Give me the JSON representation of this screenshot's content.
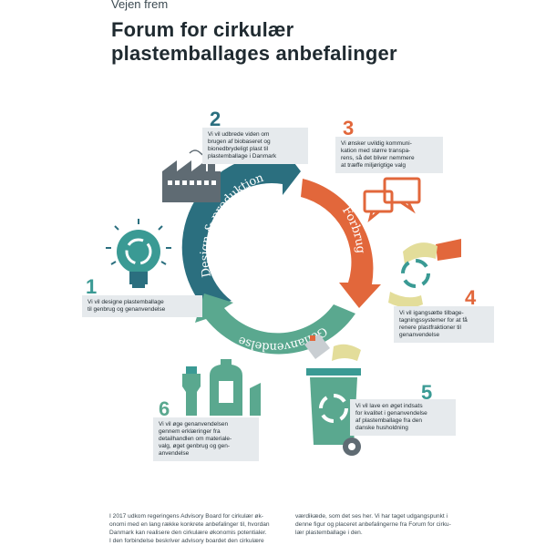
{
  "header": {
    "kicker": "Vejen frem",
    "title_line1": "Forum for cirkulær",
    "title_line2": "plastemballages anbefalinger"
  },
  "cycle": {
    "arc_design": "Design & produktion",
    "arc_forbrug": "Forbrug",
    "arc_genanvendelse": "Genanvendelse"
  },
  "recommendations": [
    {
      "number": "1",
      "color": "#3a9a94",
      "lines": [
        "Vi vil designe plastemballage",
        "til genbrug og genanvendelse"
      ]
    },
    {
      "number": "2",
      "color": "#2b6f7f",
      "lines": [
        "Vi vil udbrede viden om",
        "brugen af biobaseret og",
        "bionedbrydeligt plast til",
        "plastemballage i Danmark"
      ]
    },
    {
      "number": "3",
      "color": "#e2673b",
      "lines": [
        "Vi ønsker uvildig kommuni-",
        "kation med større transpa-",
        "rens, så det bliver nemmere",
        "at træffe miljørigtige valg"
      ]
    },
    {
      "number": "4",
      "color": "#e2673b",
      "lines": [
        "Vi vil igangsætte tilbage-",
        "tagningssystemer for at få",
        "renere plastfraktioner til",
        "genanvendelse"
      ]
    },
    {
      "number": "5",
      "color": "#3a9a94",
      "lines": [
        "Vi vil lave en øget indsats",
        "for kvalitet i genanvendelse",
        "af plastemballage fra den",
        "danske husholdning"
      ]
    },
    {
      "number": "6",
      "color": "#5aa88f",
      "lines": [
        "Vi vil øge genanvendelsen",
        "gennem erklæringer fra",
        "detailhandlen om materiale-",
        "valg, øget genbrug og gen-",
        "anvendelse"
      ]
    }
  ],
  "body_text": {
    "col1": [
      "I 2017 udkom regeringens Advisory Board for cirkulær øk-",
      "onomi med en lang række konkrete anbefalinger til, hvordan",
      "Danmark kan realisere den cirkulære økonomis potentialer.",
      "I den forbindelse beskriver advisory boardet den cirkulære"
    ],
    "col2": [
      "værdikæde, som det ses her. Vi har taget udgangspunkt i",
      "denne figur og placeret anbefalingerne fra Forum for cirku-",
      "lær plastemballage i den."
    ]
  },
  "colors": {
    "teal_dark": "#2b6f7f",
    "orange": "#e2673b",
    "green": "#5aa88f",
    "box_bg": "#e6eaed"
  },
  "icons": [
    "lightbulb-recycle-icon",
    "factory-icon",
    "speech-bubbles-icon",
    "hands-recycle-icon",
    "recycling-bin-icon",
    "bottles-icon"
  ]
}
